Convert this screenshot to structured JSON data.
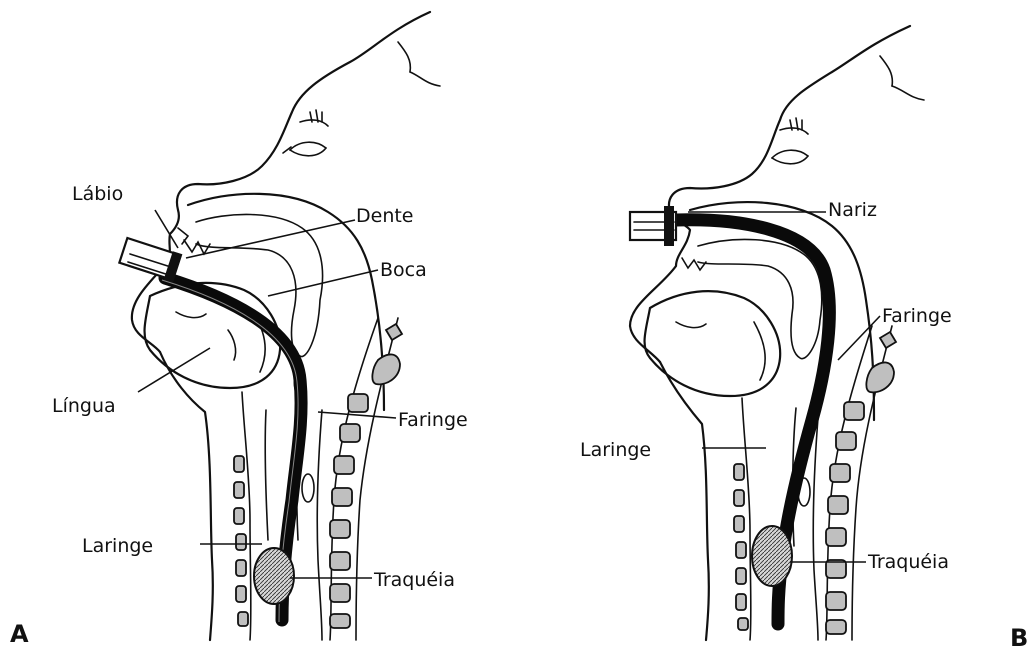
{
  "panel_a": {
    "letter": "A",
    "labels": {
      "labio": "Lábio",
      "dente": "Dente",
      "boca": "Boca",
      "lingua": "Língua",
      "faringe": "Faringe",
      "laringe": "Laringe",
      "traqueia": "Traquéia"
    }
  },
  "panel_b": {
    "letter": "B",
    "labels": {
      "nariz": "Nariz",
      "faringe": "Faringe",
      "laringe": "Laringe",
      "traqueia": "Traquéia"
    }
  },
  "colors": {
    "ink": "#111111",
    "tube": "#0a0a0a",
    "bone_fill": "#bfbfbf",
    "background": "#ffffff"
  }
}
